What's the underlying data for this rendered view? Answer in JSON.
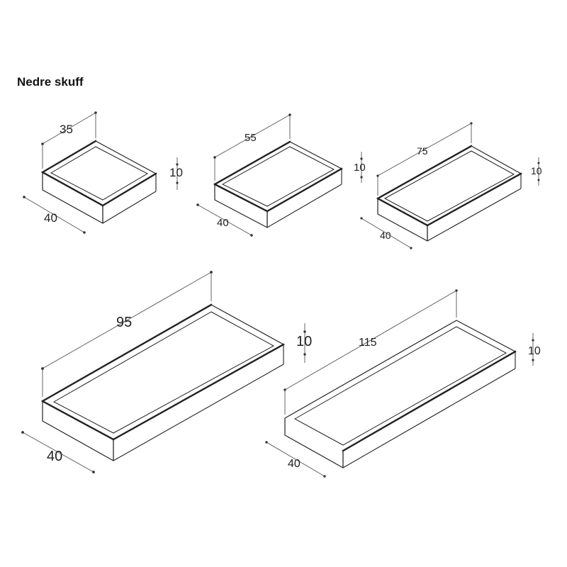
{
  "title": "Nedre skuff",
  "drawers": [
    {
      "width": "35",
      "depth": "40",
      "height": "10"
    },
    {
      "width": "55",
      "depth": "40",
      "height": "10"
    },
    {
      "width": "75",
      "depth": "40",
      "height": "10"
    },
    {
      "width": "95",
      "depth": "40",
      "height": "10"
    },
    {
      "width": "115",
      "depth": "40",
      "height": "10"
    }
  ]
}
